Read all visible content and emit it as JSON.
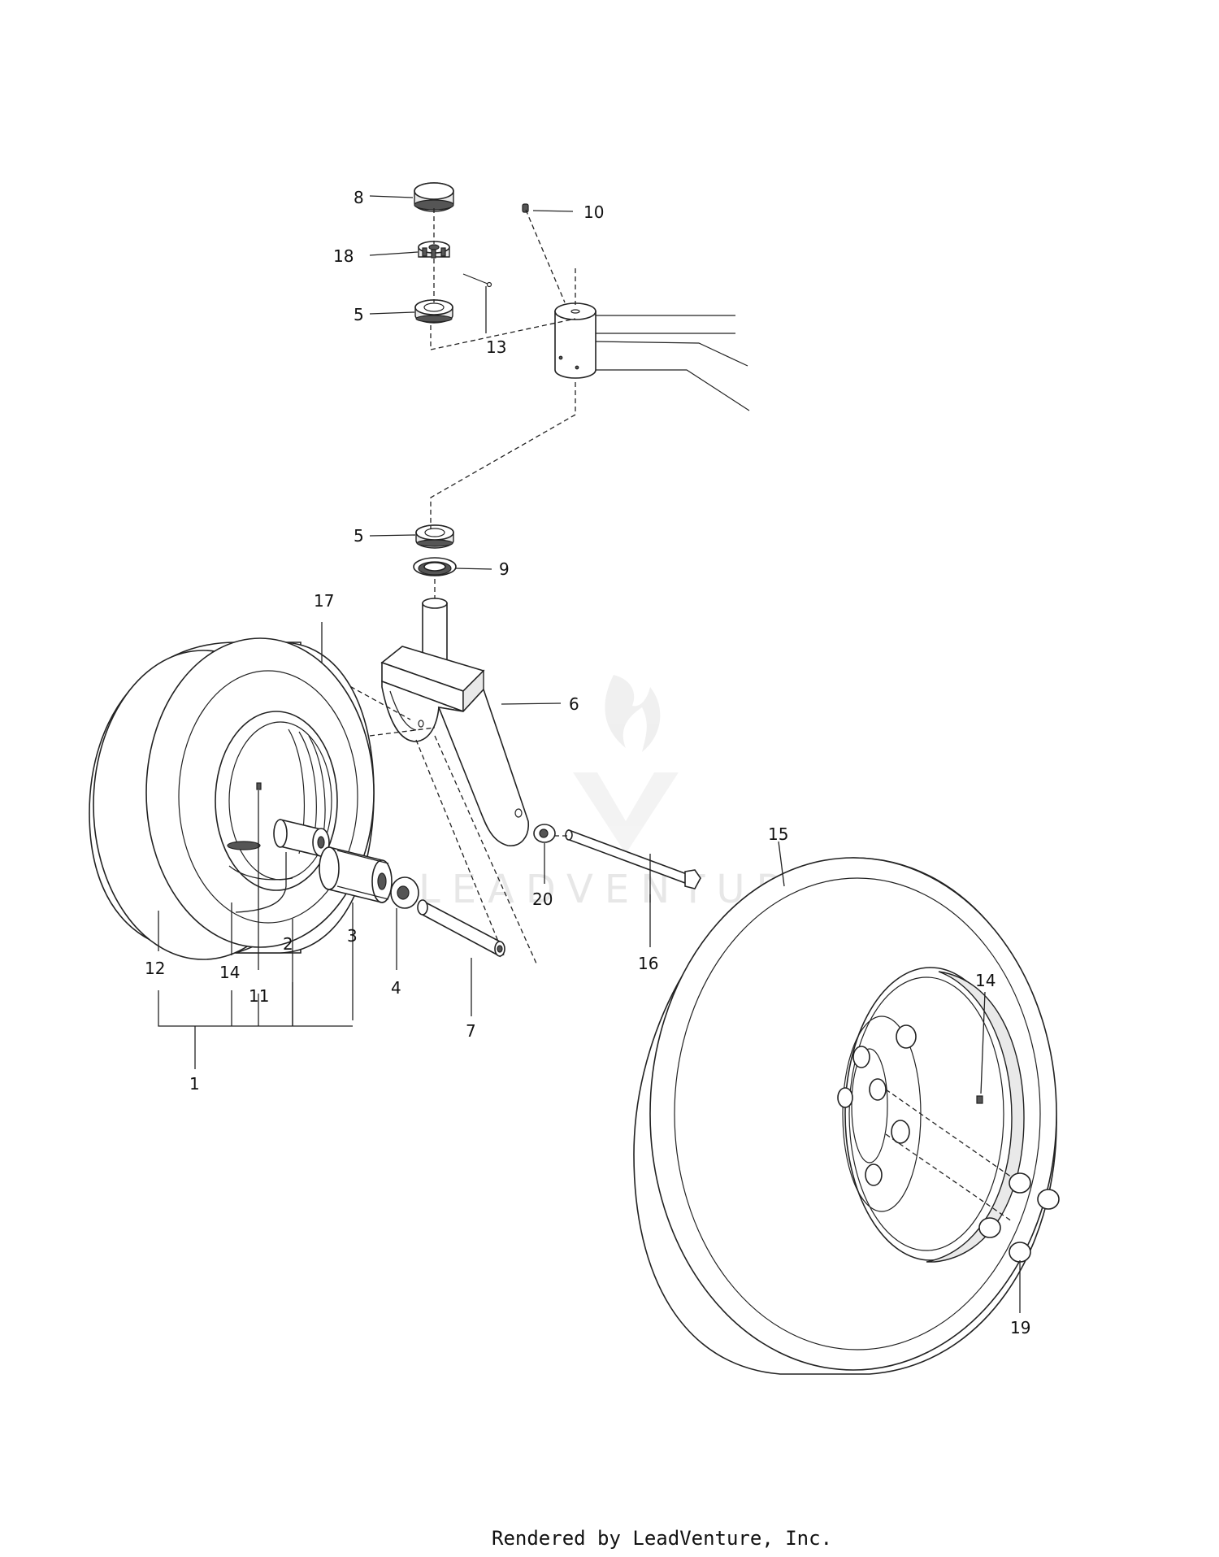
{
  "callouts": {
    "c1": "1",
    "c2": "2",
    "c3": "3",
    "c4": "4",
    "c5a": "5",
    "c5b": "5",
    "c6": "6",
    "c7": "7",
    "c8": "8",
    "c9": "9",
    "c10": "10",
    "c11": "11",
    "c12": "12",
    "c13": "13",
    "c14a": "14",
    "c14b": "14",
    "c15": "15",
    "c16": "16",
    "c17": "17",
    "c18": "18",
    "c19": "19",
    "c20": "20"
  },
  "watermark": {
    "text": "LEADVENTURE"
  },
  "footer": {
    "text": "Rendered by LeadVenture, Inc."
  },
  "colors": {
    "line": "#222222",
    "watermark": "#e7e7e7",
    "background": "#ffffff"
  }
}
